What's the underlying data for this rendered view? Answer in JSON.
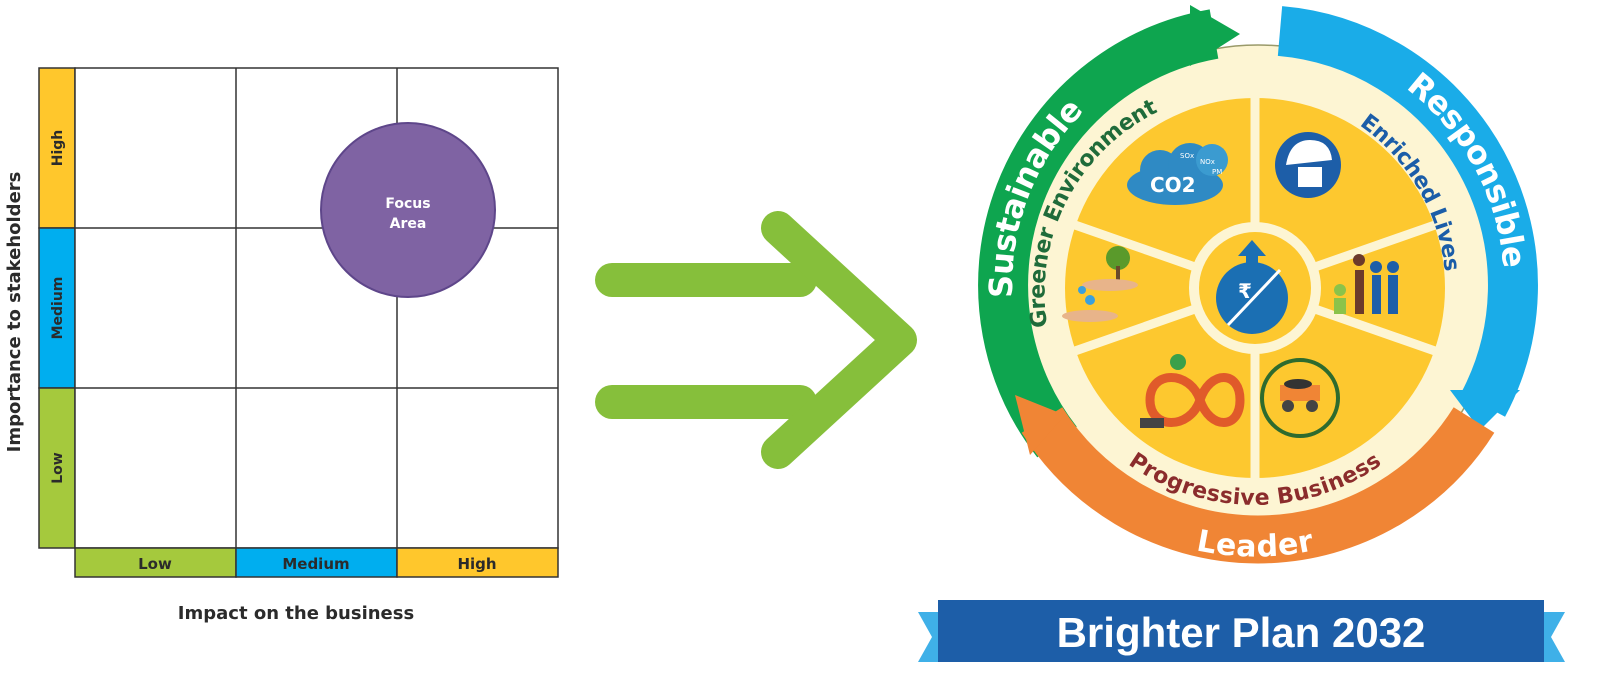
{
  "matrix": {
    "y_axis_label": "Importance to stakeholders",
    "x_axis_label": "Impact on the business",
    "y_levels": [
      "High",
      "Medium",
      "Low"
    ],
    "x_levels": [
      "Low",
      "Medium",
      "High"
    ],
    "focus_line1": "Focus",
    "focus_line2": "Area",
    "colors": {
      "low": "#a5c93d",
      "medium": "#00aeef",
      "high": "#ffc72c",
      "focus": "#7f63a3"
    }
  },
  "arrow": {
    "icon": "right-arrow-icon",
    "color": "#86bf3b"
  },
  "wheel": {
    "outer": {
      "left": "Sustainable",
      "right": "Responsible",
      "bottom": "Leader"
    },
    "inner": {
      "left": "Greener Environment",
      "right": "Enriched Lives",
      "bottom": "Progressive Business"
    },
    "cloud_text": "CO2",
    "cloud_small": [
      "SOx",
      "NOx",
      "PM"
    ],
    "colors": {
      "sustainable": "#0ea54f",
      "responsible": "#1aace8",
      "leader": "#f08535",
      "segment": "#fdc82f",
      "ring": "#fdf5d3"
    },
    "icons": [
      "emissions-cloud-icon",
      "safety-helmet-icon",
      "water-plant-hands-icon",
      "people-icon",
      "circular-economy-icon",
      "mining-truck-icon",
      "rupee-balance-icon"
    ]
  },
  "banner": {
    "title": "Brighter Plan 2032",
    "color": "#1d5ea8",
    "edge_color": "#3fb0e8"
  }
}
